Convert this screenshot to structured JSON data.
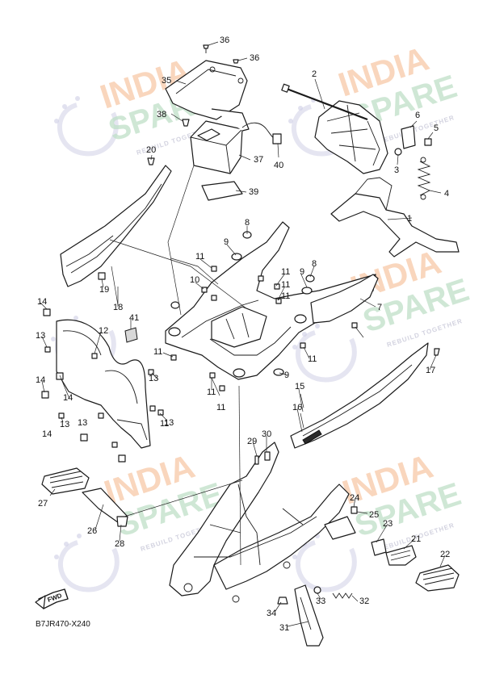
{
  "diagram_code": "B7JR470-X240",
  "fwd_label": "FWD",
  "watermark": {
    "line1": "INDIA",
    "line2": "SPARE",
    "tagline": "REBUILD TOGETHER",
    "colors": {
      "india": "#f7c9a8",
      "spare": "#bfe0c8",
      "swirl": "#cfcfe6"
    }
  },
  "callouts": [
    "36",
    "36",
    "35",
    "38",
    "37",
    "40",
    "39",
    "20",
    "2",
    "6",
    "5",
    "3",
    "4",
    "1",
    "8",
    "9",
    "11",
    "10",
    "11",
    "11",
    "11",
    "9",
    "8",
    "7",
    "19",
    "18",
    "14",
    "41",
    "12",
    "13",
    "11",
    "11",
    "17",
    "14",
    "13",
    "14",
    "13",
    "14",
    "13",
    "15",
    "16",
    "11",
    "9",
    "11",
    "11",
    "13",
    "29",
    "30",
    "27",
    "24",
    "25",
    "26",
    "23",
    "21",
    "28",
    "22",
    "33",
    "32",
    "34",
    "31"
  ]
}
